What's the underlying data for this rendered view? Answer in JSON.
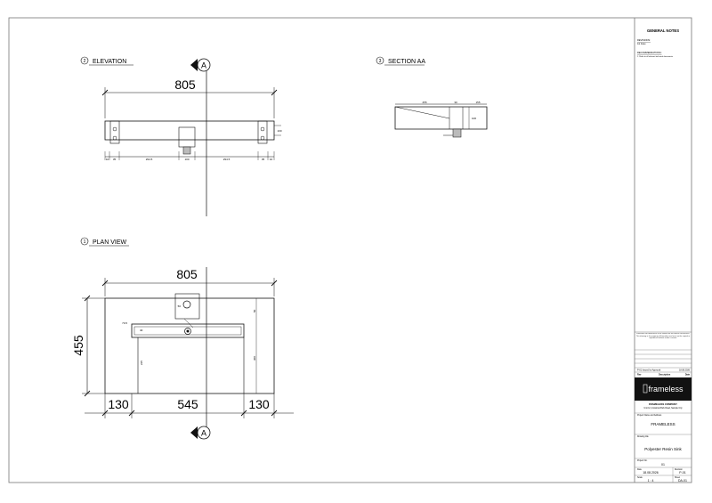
{
  "views": {
    "elevation": {
      "number": "2",
      "title": "ELEVATION",
      "overall_dim": "805",
      "bottom_dims": [
        "10",
        "35",
        "294.5",
        "100",
        "294.5",
        "35",
        "10"
      ],
      "right_dim": "100",
      "section_marker": "A"
    },
    "section": {
      "number": "3",
      "title": "SECTION AA",
      "top_dims": [
        "255",
        "30",
        "155"
      ],
      "side_dim": "100"
    },
    "plan": {
      "number": "1",
      "title": "PLAN VIEW",
      "overall_dim": "805",
      "depth_dim": "455",
      "bottom_dims": [
        "130",
        "545",
        "130"
      ],
      "small_dims": {
        "basin_depth": "225",
        "right_depth": "300",
        "tap_offset": "50",
        "left_label": "70.5",
        "basin_w": "40",
        "right_small": "50"
      },
      "section_marker": "A"
    }
  },
  "title_block": {
    "header": "GENERAL NOTES",
    "note_heading_1": "REVISIONS:",
    "note_line_1": "1st Issue",
    "note_heading_2": "RECOMMENDATIONS:",
    "note_line_2": "1. Refer to all relevant technical documents",
    "disclaimer": "Frameless. All dimensions to be verified on site before construction. This drawing is the property of Frameless and must not be copied or reproduced without written consent.",
    "rev_col": "Rev",
    "desc_col": "Description",
    "date_col": "Date",
    "issued_label": "P-01 Issued for Approval",
    "issued_date": "18.08.2026",
    "logo_text": "frameless",
    "company_name": "FRAMELESS COMPANY",
    "company_address": "Unit 12, Industrial Park Road, Sample City",
    "project_label": "Project Name and Address",
    "project_name": "FRAMELESS",
    "drawing_title_label": "Drawing title",
    "drawing_title": "Polyester Resin Sink",
    "project_no_label": "Project No.",
    "project_no": "01",
    "date_label": "Date",
    "date_value": "18.08.2026",
    "revision_label": "Revision",
    "revision_value": "P-01",
    "scale_label": "Scale",
    "scale_value": "1 : 4",
    "sheet_label": "Sheet",
    "sheet_value": "DA-01"
  }
}
